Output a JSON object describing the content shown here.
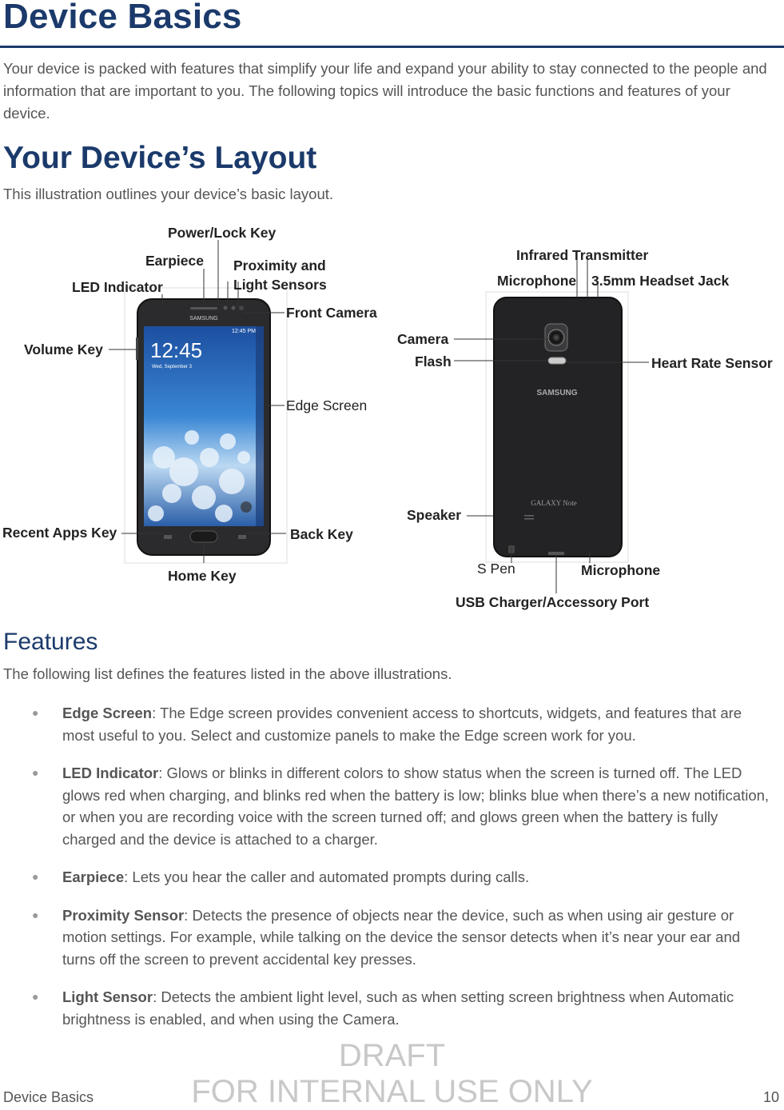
{
  "header": {
    "title": "Device Basics"
  },
  "intro": "Your device is packed with features that simplify your life and expand your ability to stay connected to the people and information that are important to you. The following topics will introduce the basic functions and features of your device.",
  "layout_section": {
    "heading": "Your Device’s Layout",
    "description": "This illustration outlines your device’s basic layout."
  },
  "illustration": {
    "front_labels": {
      "power_lock": "Power/Lock Key",
      "earpiece": "Earpiece",
      "proximity_1": "Proximity and",
      "proximity_2": "Light Sensors",
      "led": "LED Indicator",
      "front_camera": "Front Camera",
      "volume": "Volume Key",
      "edge_screen": "Edge Screen",
      "recent_apps": "Recent Apps Key",
      "back_key": "Back Key",
      "home_key": "Home Key"
    },
    "back_labels": {
      "infrared": "Infrared Transmitter",
      "microphone_top": "Microphone",
      "headset": "3.5mm Headset Jack",
      "camera": "Camera",
      "flash": "Flash",
      "heart_rate": "Heart Rate Sensor",
      "speaker": "Speaker",
      "s_pen": "S Pen",
      "microphone_bottom": "Microphone",
      "usb": "USB Charger/Accessory Port"
    },
    "screen": {
      "brand": "SAMSUNG",
      "status_time": "12:45 PM",
      "clock": "12:45",
      "date": "Wed, September 3"
    },
    "back": {
      "brand": "SAMSUNG",
      "model": "GALAXY Note"
    }
  },
  "features_section": {
    "heading": "Features",
    "description": "The following list defines the features listed in the above illustrations.",
    "items": [
      {
        "term": "Edge Screen",
        "text": ": The Edge screen provides convenient access to shortcuts, widgets, and features that are most useful to you. Select and customize panels to make the Edge screen work for you."
      },
      {
        "term": "LED Indicator",
        "text": ": Glows or blinks in different colors to show status when the screen is turned off. The LED glows red when charging, and blinks red when the battery is low; blinks blue when there’s a new notification, or when you are recording voice with the screen turned off; and glows green when the battery is fully charged and the device is attached to a charger."
      },
      {
        "term": "Earpiece",
        "text": ": Lets you hear the caller and automated prompts during calls."
      },
      {
        "term": "Proximity Sensor",
        "text": ": Detects the presence of objects near the device, such as when using air gesture or motion settings. For example, while talking on the device the sensor detects when it’s near your ear and turns off the screen to prevent accidental key presses."
      },
      {
        "term": "Light Sensor",
        "text": ": Detects the ambient light level, such as when setting screen brightness when Automatic brightness is enabled, and when using the Camera."
      }
    ]
  },
  "watermark": {
    "line1": "DRAFT",
    "line2": "FOR INTERNAL USE ONLY"
  },
  "footer": {
    "section": "Device Basics",
    "page": "10"
  }
}
